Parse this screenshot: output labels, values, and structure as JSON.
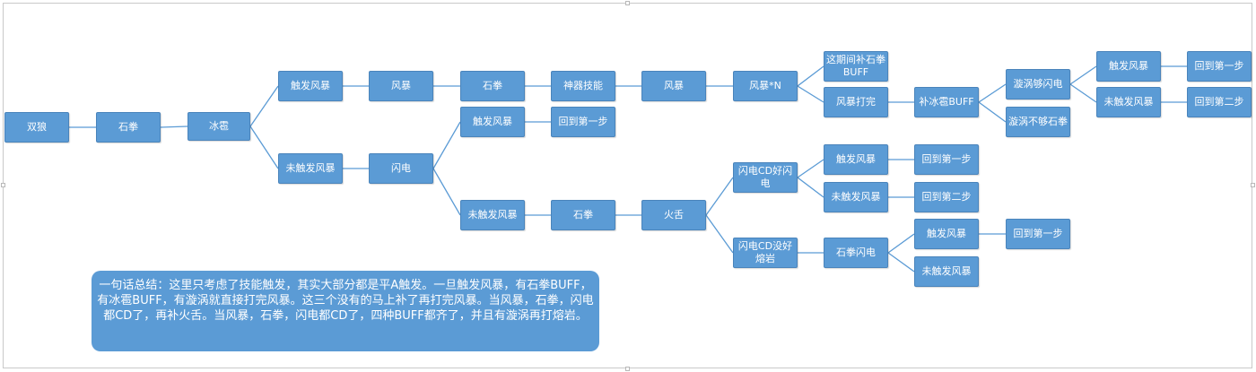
{
  "nodes": [
    {
      "id": "shuanglang",
      "label": "双狼"
    },
    {
      "id": "shiquan1",
      "label": "石拳"
    },
    {
      "id": "bingbao",
      "label": "冰雹"
    },
    {
      "id": "chufa1",
      "label": "触发风暴"
    },
    {
      "id": "weichufa1",
      "label": "未触发风暴"
    },
    {
      "id": "fengbao1",
      "label": "风暴"
    },
    {
      "id": "shandian1",
      "label": "闪电"
    },
    {
      "id": "shiquan2",
      "label": "石拳"
    },
    {
      "id": "chufa2",
      "label": "触发风暴"
    },
    {
      "id": "weichufa2",
      "label": "未触发风暴"
    },
    {
      "id": "shenqi",
      "label": "神器技能"
    },
    {
      "id": "huidao1a",
      "label": "回到第一步"
    },
    {
      "id": "shiquan3",
      "label": "石拳"
    },
    {
      "id": "fengbao2",
      "label": "风暴"
    },
    {
      "id": "huoshe",
      "label": "火舌"
    },
    {
      "id": "fengbaoN",
      "label": "风暴*N"
    },
    {
      "id": "shandianCDhao",
      "label": "闪电CD好闪电"
    },
    {
      "id": "shandianCDmei",
      "label": "闪电CD没好熔岩"
    },
    {
      "id": "buqi",
      "label": "这期间补石拳BUFF"
    },
    {
      "id": "fengbaodawan",
      "label": "风暴打完"
    },
    {
      "id": "chufa3",
      "label": "触发风暴"
    },
    {
      "id": "weichufa3",
      "label": "未触发风暴"
    },
    {
      "id": "shiquanshandian",
      "label": "石拳闪电"
    },
    {
      "id": "bubingbao",
      "label": "补冰雹BUFF"
    },
    {
      "id": "huidao1b",
      "label": "回到第一步"
    },
    {
      "id": "huidao2b",
      "label": "回到第二步"
    },
    {
      "id": "chufa4",
      "label": "触发风暴"
    },
    {
      "id": "weichufa4",
      "label": "未触发风暴"
    },
    {
      "id": "xuanwogou",
      "label": "漩涡够闪电"
    },
    {
      "id": "xuanwobugou",
      "label": "漩涡不够石拳"
    },
    {
      "id": "huidao1c",
      "label": "回到第一步"
    },
    {
      "id": "chufa5",
      "label": "触发风暴"
    },
    {
      "id": "weichufa5",
      "label": "未触发风暴"
    },
    {
      "id": "huidao1d",
      "label": "回到第一步"
    },
    {
      "id": "huidao2d",
      "label": "回到第二步"
    }
  ],
  "edges": [
    [
      "shuanglang",
      "shiquan1"
    ],
    [
      "shiquan1",
      "bingbao"
    ],
    [
      "bingbao",
      "chufa1"
    ],
    [
      "bingbao",
      "weichufa1"
    ],
    [
      "chufa1",
      "fengbao1"
    ],
    [
      "fengbao1",
      "shiquan2"
    ],
    [
      "shiquan2",
      "shenqi"
    ],
    [
      "shenqi",
      "fengbao2"
    ],
    [
      "fengbao2",
      "fengbaoN"
    ],
    [
      "fengbaoN",
      "buqi"
    ],
    [
      "fengbaoN",
      "fengbaodawan"
    ],
    [
      "fengbaodawan",
      "bubingbao"
    ],
    [
      "bubingbao",
      "xuanwogou"
    ],
    [
      "bubingbao",
      "xuanwobugou"
    ],
    [
      "xuanwogou",
      "chufa5"
    ],
    [
      "xuanwogou",
      "weichufa5"
    ],
    [
      "chufa5",
      "huidao1d"
    ],
    [
      "weichufa5",
      "huidao2d"
    ],
    [
      "weichufa1",
      "shandian1"
    ],
    [
      "shandian1",
      "chufa2"
    ],
    [
      "shandian1",
      "weichufa2"
    ],
    [
      "chufa2",
      "huidao1a"
    ],
    [
      "weichufa2",
      "shiquan3"
    ],
    [
      "shiquan3",
      "huoshe"
    ],
    [
      "huoshe",
      "shandianCDhao"
    ],
    [
      "huoshe",
      "shandianCDmei"
    ],
    [
      "shandianCDhao",
      "chufa3"
    ],
    [
      "shandianCDhao",
      "weichufa3"
    ],
    [
      "chufa3",
      "huidao1b"
    ],
    [
      "weichufa3",
      "huidao2b"
    ],
    [
      "shandianCDmei",
      "shiquanshandian"
    ],
    [
      "shiquanshandian",
      "chufa4"
    ],
    [
      "shiquanshandian",
      "weichufa4"
    ],
    [
      "chufa4",
      "huidao1c"
    ]
  ],
  "summary": {
    "text": "一句话总结：这里只考虑了技能触发，其实大部分都是平A触发。一旦触发风暴，有石拳BUFF，有冰雹BUFF，有漩涡就直接打完风暴。这三个没有的马上补了再打完风暴。当风暴，石拳，闪电都CD了，再补火舌。当风暴，石拳，闪电都CD了，四种BUFF都齐了，并且有漩涡再打熔岩。"
  },
  "colors": {
    "node_fill": "#5b9bd5",
    "node_text": "#ffffff",
    "connector": "#5b9bd5"
  }
}
